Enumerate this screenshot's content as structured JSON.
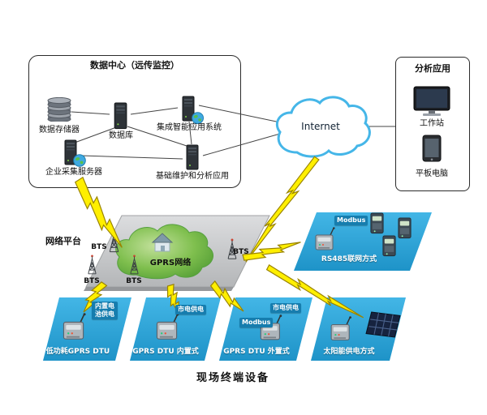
{
  "data_center": {
    "title": "数据中心（远传监控）",
    "nodes": {
      "storage": "数据存储器",
      "database": "数据库",
      "integrated_app": "集成智能应用系统",
      "collection_server": "企业采集服务器",
      "maintenance_app": "基础维护和分析应用"
    }
  },
  "internet": {
    "label": "Internet"
  },
  "analysis": {
    "title": "分析应用",
    "workstation": "工作站",
    "tablet": "平板电脑"
  },
  "network": {
    "platform_label": "网络平台",
    "gprs_label": "GPRS网络",
    "bts": "BTS"
  },
  "terminals": {
    "rs485": {
      "title": "RS485联网方式",
      "tag": "Modbus"
    },
    "low_power": {
      "title": "低功耗GPRS DTU",
      "tag": "内置电池供电"
    },
    "builtin": {
      "title": "GPRS DTU 内置式",
      "tag": "市电供电"
    },
    "external": {
      "title": "GPRS DTU 外置式",
      "tag_modbus": "Modbus",
      "tag_power": "市电供电"
    },
    "solar": {
      "title": "太阳能供电方式"
    }
  },
  "footer": "现场终端设备",
  "colors": {
    "terminal_blue": "#2da4da",
    "lightning_yellow": "#ffef00",
    "gprs_green": "#6ab04c",
    "cloud_stroke": "#45b6e8",
    "platform_gray": "#c9cbcd"
  }
}
